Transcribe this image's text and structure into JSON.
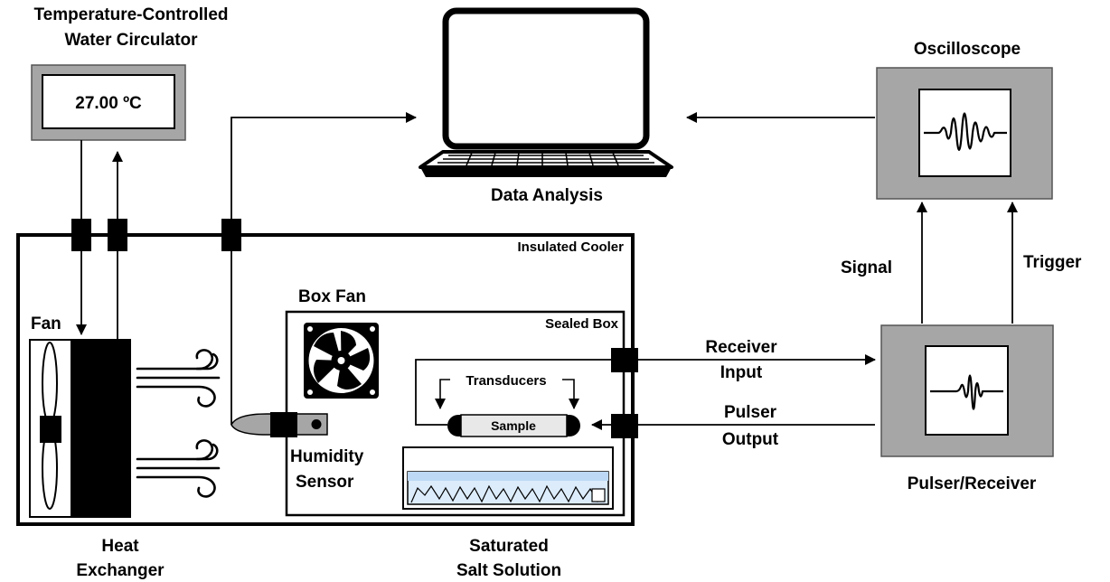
{
  "title": "",
  "circulator": {
    "title_line1": "Temperature-Controlled",
    "title_line2": "Water Circulator",
    "display": "27.00 ºC"
  },
  "data_analysis": "Data Analysis",
  "oscilloscope": "Oscilloscope",
  "insulated_cooler": "Insulated Cooler",
  "fan": "Fan",
  "heat_exchanger_line1": "Heat",
  "heat_exchanger_line2": "Exchanger",
  "box_fan": "Box Fan",
  "sealed_box": "Sealed Box",
  "transducers": "Transducers",
  "sample": "Sample",
  "humidity_sensor_line1": "Humidity",
  "humidity_sensor_line2": "Sensor",
  "salt_solution_line1": "Saturated",
  "salt_solution_line2": "Salt Solution",
  "receiver_input_line1": "Receiver",
  "receiver_input_line2": "Input",
  "pulser_output_line1": "Pulser",
  "pulser_output_line2": "Output",
  "signal": "Signal",
  "trigger": "Trigger",
  "pulser_receiver": "Pulser/Receiver",
  "colors": {
    "instrument_gray": "#a6a6a6",
    "line": "#000000",
    "fill_white": "#ffffff",
    "salt_water": "#dcecfb"
  }
}
